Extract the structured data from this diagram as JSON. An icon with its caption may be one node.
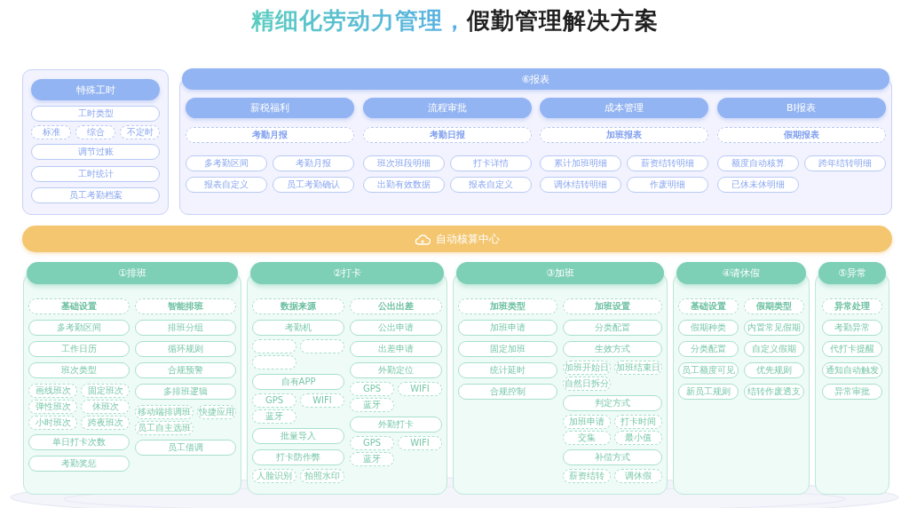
{
  "diagram": {
    "title": "精细化劳动力管理，假勤管理解决方案",
    "nodes": [
      {
        "text": [],
        "shape": "box"
      },
      {
        "text": [
          "特殊工时"
        ],
        "in": 0
      },
      {
        "text": [
          "工时类型"
        ],
        "in": 0
      },
      {
        "text": [
          "标准"
        ],
        "in": 0
      },
      {
        "text": [
          "综合"
        ],
        "in": 0
      },
      {
        "text": [
          "不定时"
        ],
        "in": 0
      },
      {
        "text": [
          "调节过账"
        ],
        "in": 0
      },
      {
        "text": [
          "工时统计"
        ],
        "in": 0
      },
      {
        "text": [
          "员工考勤档案"
        ],
        "in": 0
      },
      {
        "text": [],
        "shape": "box"
      },
      {
        "text": [
          "⑥报表"
        ],
        "in": 9
      },
      {
        "text": [
          "薪税福利"
        ],
        "in": 9
      },
      {
        "text": [
          "考勤月报"
        ],
        "in": 9
      },
      {
        "text": [
          "多考勤区间"
        ],
        "in": 9
      },
      {
        "text": [
          "考勤月报"
        ],
        "in": 9
      },
      {
        "text": [
          "报表自定义"
        ],
        "in": 9
      },
      {
        "text": [
          "员工考勤确认"
        ],
        "in": 9
      },
      {
        "text": [
          "流程审批"
        ],
        "in": 9
      },
      {
        "text": [
          "考勤日报"
        ],
        "in": 9
      },
      {
        "text": [
          "班次班段明细"
        ],
        "in": 9
      },
      {
        "text": [
          "打卡详情"
        ],
        "in": 9
      },
      {
        "text": [
          "出勤有效数据"
        ],
        "in": 9
      },
      {
        "text": [
          "报表自定义"
        ],
        "in": 9
      },
      {
        "text": [
          "成本管理"
        ],
        "in": 9
      },
      {
        "text": [
          "加班报表"
        ],
        "in": 9
      },
      {
        "text": [
          "累计加班明细"
        ],
        "in": 9
      },
      {
        "text": [
          "薪资结转明细"
        ],
        "in": 9
      },
      {
        "text": [
          "调休结转明细"
        ],
        "in": 9
      },
      {
        "text": [
          "作废明细"
        ],
        "in": 9
      },
      {
        "text": [
          "BI报表"
        ],
        "in": 9
      },
      {
        "text": [
          "假期报表"
        ],
        "in": 9
      },
      {
        "text": [
          "额度自动核算"
        ],
        "in": 9
      },
      {
        "text": [
          "跨年结转明细"
        ],
        "in": 9
      },
      {
        "text": [
          "已休未休明细"
        ],
        "in": 9
      },
      {
        "text": [
          "自动核算中心"
        ]
      },
      {
        "text": [],
        "shape": "box"
      },
      {
        "text": [
          "①排班"
        ],
        "in": 35
      },
      {
        "text": [
          "基础设置"
        ],
        "in": 35
      },
      {
        "text": [
          "多考勤区间"
        ],
        "in": 35
      },
      {
        "text": [
          "工作日历"
        ],
        "in": 35
      },
      {
        "text": [
          "班次类型"
        ],
        "in": 35
      },
      {
        "text": [
          "画线班次"
        ],
        "in": 35
      },
      {
        "text": [
          "固定班次"
        ],
        "in": 35
      },
      {
        "text": [
          "弹性班次"
        ],
        "in": 35
      },
      {
        "text": [
          "休班次"
        ],
        "in": 35
      },
      {
        "text": [
          "小时班次"
        ],
        "in": 35
      },
      {
        "text": [
          "跨夜班次"
        ],
        "in": 35
      },
      {
        "text": [
          "单日打卡次数"
        ],
        "in": 35
      },
      {
        "text": [
          "考勤奖惩"
        ],
        "in": 35
      },
      {
        "text": [
          "智能排班"
        ],
        "in": 35
      },
      {
        "text": [
          "排班分组"
        ],
        "in": 35
      },
      {
        "text": [
          "循环规则"
        ],
        "in": 35
      },
      {
        "text": [
          "合规预警"
        ],
        "in": 35
      },
      {
        "text": [
          "多排班逻辑"
        ],
        "in": 35
      },
      {
        "text": [
          "移动端排调班"
        ],
        "in": 35
      },
      {
        "text": [
          "快捷应用"
        ],
        "in": 35
      },
      {
        "text": [
          "员工自主选班"
        ],
        "in": 35
      },
      {
        "text": [
          "员工借调"
        ],
        "in": 35
      },
      {
        "text": [],
        "shape": "box"
      },
      {
        "text": [
          "②打卡"
        ],
        "in": 58
      },
      {
        "text": [
          "数据来源"
        ],
        "in": 58
      },
      {
        "text": [
          "考勤机"
        ],
        "in": 58
      },
      {
        "text": [],
        "shape": "box",
        "in": 58
      },
      {
        "text": [],
        "shape": "box",
        "in": 58
      },
      {
        "text": [],
        "shape": "box",
        "in": 58
      },
      {
        "text": [
          "自有APP"
        ],
        "in": 58
      },
      {
        "text": [
          "GPS"
        ],
        "in": 58
      },
      {
        "text": [
          "WIFI"
        ],
        "in": 58
      },
      {
        "text": [
          "蓝牙"
        ],
        "in": 58
      },
      {
        "text": [
          "批量导入"
        ],
        "in": 58
      },
      {
        "text": [
          "打卡防作弊"
        ],
        "in": 58
      },
      {
        "text": [
          "人脸识别"
        ],
        "in": 58
      },
      {
        "text": [
          "拍照水印"
        ],
        "in": 58
      },
      {
        "text": [
          "公出出差"
        ],
        "in": 58
      },
      {
        "text": [
          "公出申请"
        ],
        "in": 58
      },
      {
        "text": [
          "出差申请"
        ],
        "in": 58
      },
      {
        "text": [
          "外勤定位"
        ],
        "in": 58
      },
      {
        "text": [
          "GPS"
        ],
        "in": 58
      },
      {
        "text": [
          "WIFI"
        ],
        "in": 58
      },
      {
        "text": [
          "蓝牙"
        ],
        "in": 58
      },
      {
        "text": [
          "外勤打卡"
        ],
        "in": 58
      },
      {
        "text": [
          "GPS"
        ],
        "in": 58
      },
      {
        "text": [
          "WIFI"
        ],
        "in": 58
      },
      {
        "text": [
          "蓝牙"
        ],
        "in": 58
      },
      {
        "text": [],
        "shape": "box"
      },
      {
        "text": [
          "③加班"
        ],
        "in": 84
      },
      {
        "text": [
          "加班类型"
        ],
        "in": 84
      },
      {
        "text": [
          "加班申请"
        ],
        "in": 84
      },
      {
        "text": [
          "固定加班"
        ],
        "in": 84
      },
      {
        "text": [
          "统计延时"
        ],
        "in": 84
      },
      {
        "text": [
          "合规控制"
        ],
        "in": 84
      },
      {
        "text": [
          "加班设置"
        ],
        "in": 84
      },
      {
        "text": [
          "分类配置"
        ],
        "in": 84
      },
      {
        "text": [
          "生效方式"
        ],
        "in": 84
      },
      {
        "text": [
          "加班开始日"
        ],
        "in": 84
      },
      {
        "text": [
          "加班结束日"
        ],
        "in": 84
      },
      {
        "text": [
          "自然日拆分"
        ],
        "in": 84
      },
      {
        "text": [
          "判定方式"
        ],
        "in": 84
      },
      {
        "text": [
          "加班申请"
        ],
        "in": 84
      },
      {
        "text": [
          "打卡时间"
        ],
        "in": 84
      },
      {
        "text": [
          "交集"
        ],
        "in": 84
      },
      {
        "text": [
          "最小值"
        ],
        "in": 84
      },
      {
        "text": [
          "补偿方式"
        ],
        "in": 84
      },
      {
        "text": [
          "薪资结转"
        ],
        "in": 84
      },
      {
        "text": [
          "调休假"
        ],
        "in": 84
      },
      {
        "text": [],
        "shape": "box"
      },
      {
        "text": [
          "④请休假"
        ],
        "in": 105
      },
      {
        "text": [
          "基础设置"
        ],
        "in": 105
      },
      {
        "text": [
          "假期种类"
        ],
        "in": 105
      },
      {
        "text": [
          "分类配置"
        ],
        "in": 105
      },
      {
        "text": [
          "员工额度可见"
        ],
        "in": 105
      },
      {
        "text": [
          "新员工规则"
        ],
        "in": 105
      },
      {
        "text": [
          "假期类型"
        ],
        "in": 105
      },
      {
        "text": [
          "内置常见假期"
        ],
        "in": 105
      },
      {
        "text": [
          "自定义假期"
        ],
        "in": 105
      },
      {
        "text": [
          "优先规则"
        ],
        "in": 105
      },
      {
        "text": [
          "结转作废透支"
        ],
        "in": 105
      },
      {
        "text": [],
        "shape": "box"
      },
      {
        "text": [
          "⑤异常"
        ],
        "in": 117
      },
      {
        "text": [
          "异常处理"
        ],
        "in": 117
      },
      {
        "text": [
          "考勤异常"
        ],
        "in": 117
      },
      {
        "text": [
          "代打卡提醒"
        ],
        "in": 117
      },
      {
        "text": [
          "通知自动触发"
        ],
        "in": 117
      },
      {
        "text": [
          "异常审批"
        ],
        "in": 117
      }
    ]
  }
}
